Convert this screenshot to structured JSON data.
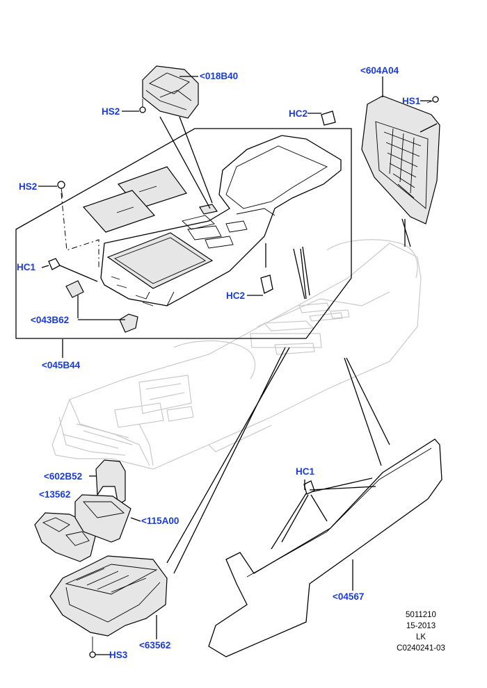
{
  "callouts": {
    "c018b40": "<018B40",
    "c604a04": "<604A04",
    "hs2_top": "HS2",
    "hs1": "HS1",
    "hc2_top": "HC2",
    "hs2_left": "HS2",
    "hc1_left": "HC1",
    "hc2_mid": "HC2",
    "c043b62": "<043B62",
    "c045b44": "<045B44",
    "c602b52": "<602B52",
    "c13562": "<13562",
    "c115a00": "<115A00",
    "hc1_right": "HC1",
    "c04567": "<04567",
    "c63562": "<63562",
    "hs3": "HS3"
  },
  "drawing_info": {
    "line1": "5011210",
    "line2": "15-2013",
    "line3": "LK",
    "line4": "C0240241-03"
  },
  "colors": {
    "callout": "#1a3bd6",
    "ghost": "#c9c9c9"
  }
}
